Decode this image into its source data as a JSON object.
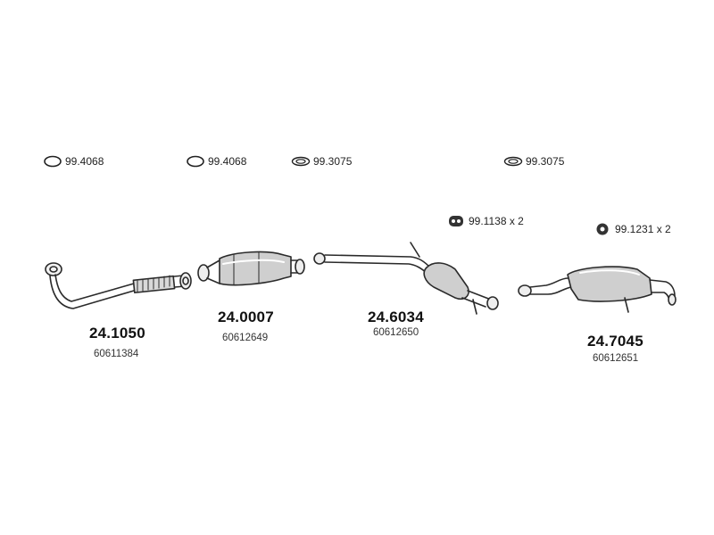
{
  "accessories": [
    {
      "icon": "ring-gasket-icon",
      "code": "99.4068"
    },
    {
      "icon": "ring-gasket-icon",
      "code": "99.4068"
    },
    {
      "icon": "flat-gasket-icon",
      "code": "99.3075"
    },
    {
      "icon": "flat-gasket-icon",
      "code": "99.3075"
    },
    {
      "icon": "rubber-mount-icon",
      "code": "99.1138 x 2"
    },
    {
      "icon": "rubber-mount-icon",
      "code": "99.1231 x 2"
    }
  ],
  "parts": [
    {
      "icon": "front-pipe-icon",
      "part_number": "24.1050",
      "reference": "60611384"
    },
    {
      "icon": "catalytic-converter-icon",
      "part_number": "24.0007",
      "reference": "60612649"
    },
    {
      "icon": "middle-silencer-icon",
      "part_number": "24.6034",
      "reference": "60612650"
    },
    {
      "icon": "rear-silencer-icon",
      "part_number": "24.7045",
      "reference": "60612651"
    }
  ]
}
